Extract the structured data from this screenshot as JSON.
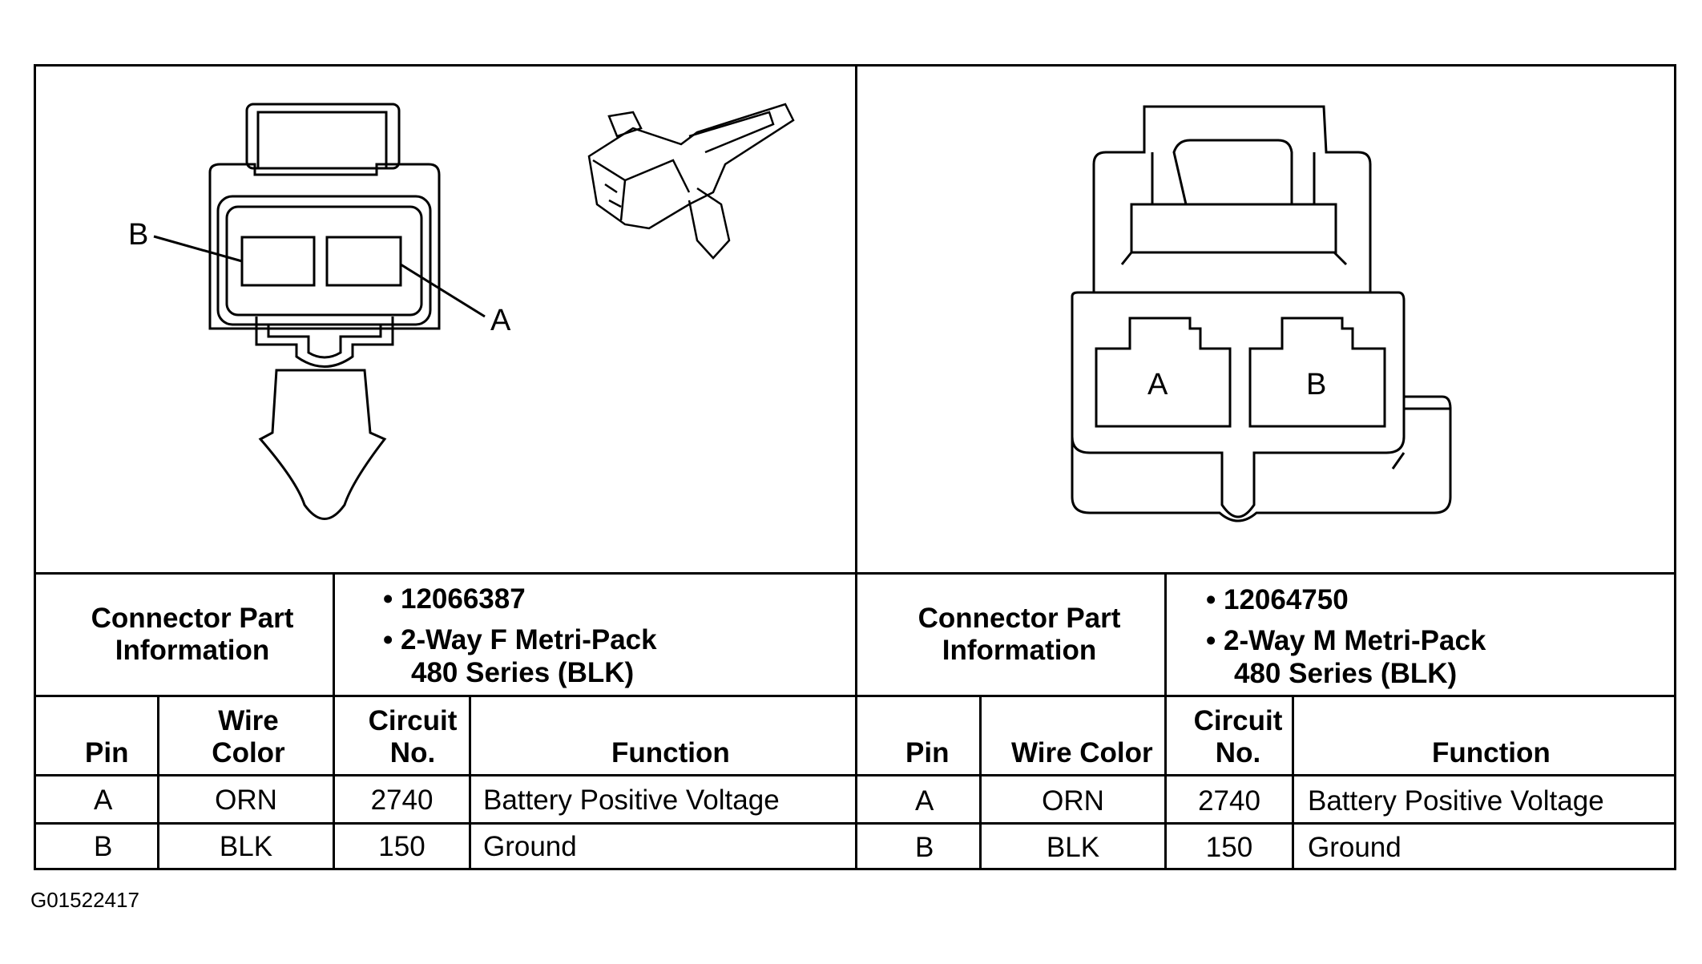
{
  "left": {
    "part_info_label": "Connector Part Information",
    "part_number": "12066387",
    "description_line1": "2-Way F Metri-Pack",
    "description_line2": "480 Series (BLK)",
    "pin_label_a": "A",
    "pin_label_b": "B",
    "headers": {
      "pin": "Pin",
      "wire_color": "Wire Color",
      "circuit": "Circuit No.",
      "function": "Function"
    },
    "rows": [
      {
        "pin": "A",
        "wire_color": "ORN",
        "circuit": "2740",
        "function": "Battery Positive Voltage"
      },
      {
        "pin": "B",
        "wire_color": "BLK",
        "circuit": "150",
        "function": "Ground"
      }
    ]
  },
  "right": {
    "part_info_label": "Connector Part Information",
    "part_number": "12064750",
    "description_line1": "2-Way M Metri-Pack",
    "description_line2": "480 Series (BLK)",
    "pin_label_a": "A",
    "pin_label_b": "B",
    "headers": {
      "pin": "Pin",
      "wire_color": "Wire Color",
      "circuit": "Circuit No.",
      "function": "Function"
    },
    "rows": [
      {
        "pin": "A",
        "wire_color": "ORN",
        "circuit": "2740",
        "function": "Battery Positive Voltage"
      },
      {
        "pin": "B",
        "wire_color": "BLK",
        "circuit": "150",
        "function": "Ground"
      }
    ]
  },
  "figure_ref": "G01522417"
}
